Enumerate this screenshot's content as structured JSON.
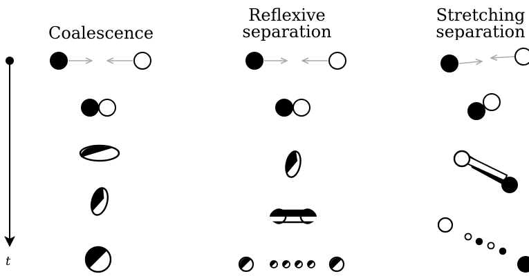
{
  "time_axis": {
    "label": "t"
  },
  "columns": [
    {
      "id": "coalescence",
      "title_lines": [
        "Coalescence"
      ]
    },
    {
      "id": "reflexive",
      "title_lines": [
        "Reflexive",
        "separation"
      ]
    },
    {
      "id": "stretching",
      "title_lines": [
        "Stretching",
        "separation"
      ]
    }
  ],
  "colors": {
    "ink": "#000000",
    "paper": "#ffffff",
    "approach_arrow": "#a9a9a9"
  },
  "stages": 5
}
